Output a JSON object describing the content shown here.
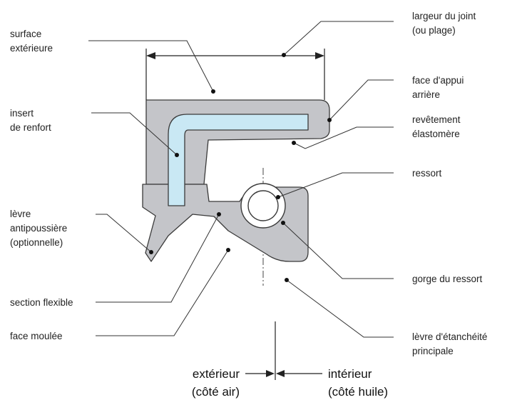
{
  "labels": {
    "surface_ext_1": "surface",
    "surface_ext_2": "extérieure",
    "insert_1": "insert",
    "insert_2": "de renfort",
    "dust_lip_1": "lèvre",
    "dust_lip_2": "antipoussière",
    "dust_lip_3": "(optionnelle)",
    "flex_section": "section flexible",
    "molded_face": "face moulée",
    "width_1": "largeur du joint",
    "width_2": "(ou plage)",
    "back_face_1": "face d'appui",
    "back_face_2": "arrière",
    "coating_1": "revêtement",
    "coating_2": "élastomère",
    "spring": "ressort",
    "spring_groove": "gorge du ressort",
    "main_lip_1": "lèvre d'étanchéité",
    "main_lip_2": "principale"
  },
  "sides": {
    "outside_1": "extérieur",
    "outside_2": "(côté air)",
    "inside_1": "intérieur",
    "inside_2": "(côté huile)"
  },
  "colors": {
    "elastomer": "#c4c5c9",
    "insert": "#c9e8f4",
    "line": "#333333"
  }
}
